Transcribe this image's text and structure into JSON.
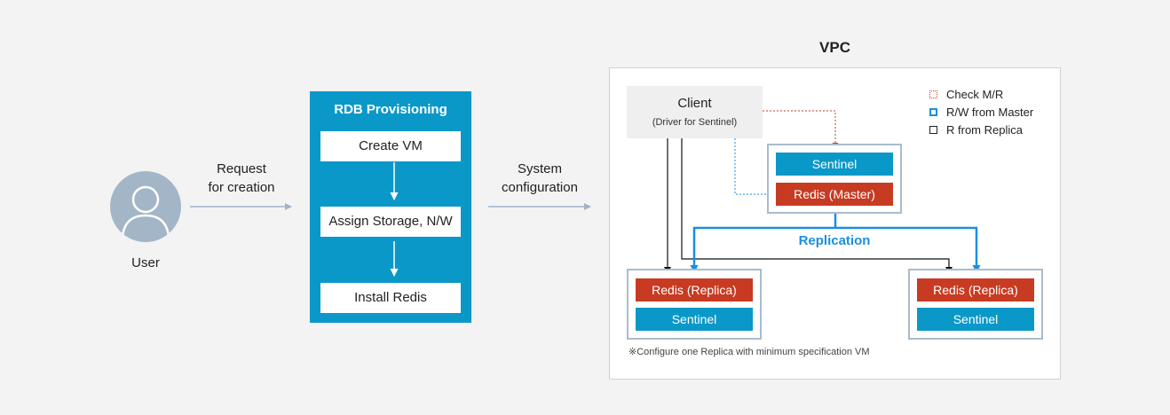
{
  "user": {
    "label": "User"
  },
  "request_label": {
    "line1": "Request",
    "line2": "for creation"
  },
  "provisioning": {
    "title": "RDB Provisioning",
    "steps": [
      "Create VM",
      "Assign Storage, N/W",
      "Install Redis"
    ]
  },
  "system_label": {
    "line1": "System",
    "line2": "configuration"
  },
  "vpc": {
    "title": "VPC",
    "client": {
      "title": "Client",
      "subtitle": "(Driver for Sentinel)"
    },
    "master_group": {
      "sentinel": "Sentinel",
      "redis": "Redis (Master)"
    },
    "replication_label": "Replication",
    "replica_left": {
      "redis": "Redis (Replica)",
      "sentinel": "Sentinel"
    },
    "replica_right": {
      "redis": "Redis (Replica)",
      "sentinel": "Sentinel"
    },
    "legend": [
      {
        "label": "Check M/R",
        "style": "dotted",
        "color": "#c73b22"
      },
      {
        "label": "R/W from Master",
        "style": "solid-thick",
        "color": "#1a8fe0"
      },
      {
        "label": "R from Replica",
        "style": "solid",
        "color": "#222222"
      }
    ],
    "note": "※Configure one Replica with minimum specification VM"
  },
  "colors": {
    "sentinel": "#0a98c8",
    "redis": "#c73b22",
    "replication": "#1a8fe0",
    "group_border": "#a9bccd"
  }
}
